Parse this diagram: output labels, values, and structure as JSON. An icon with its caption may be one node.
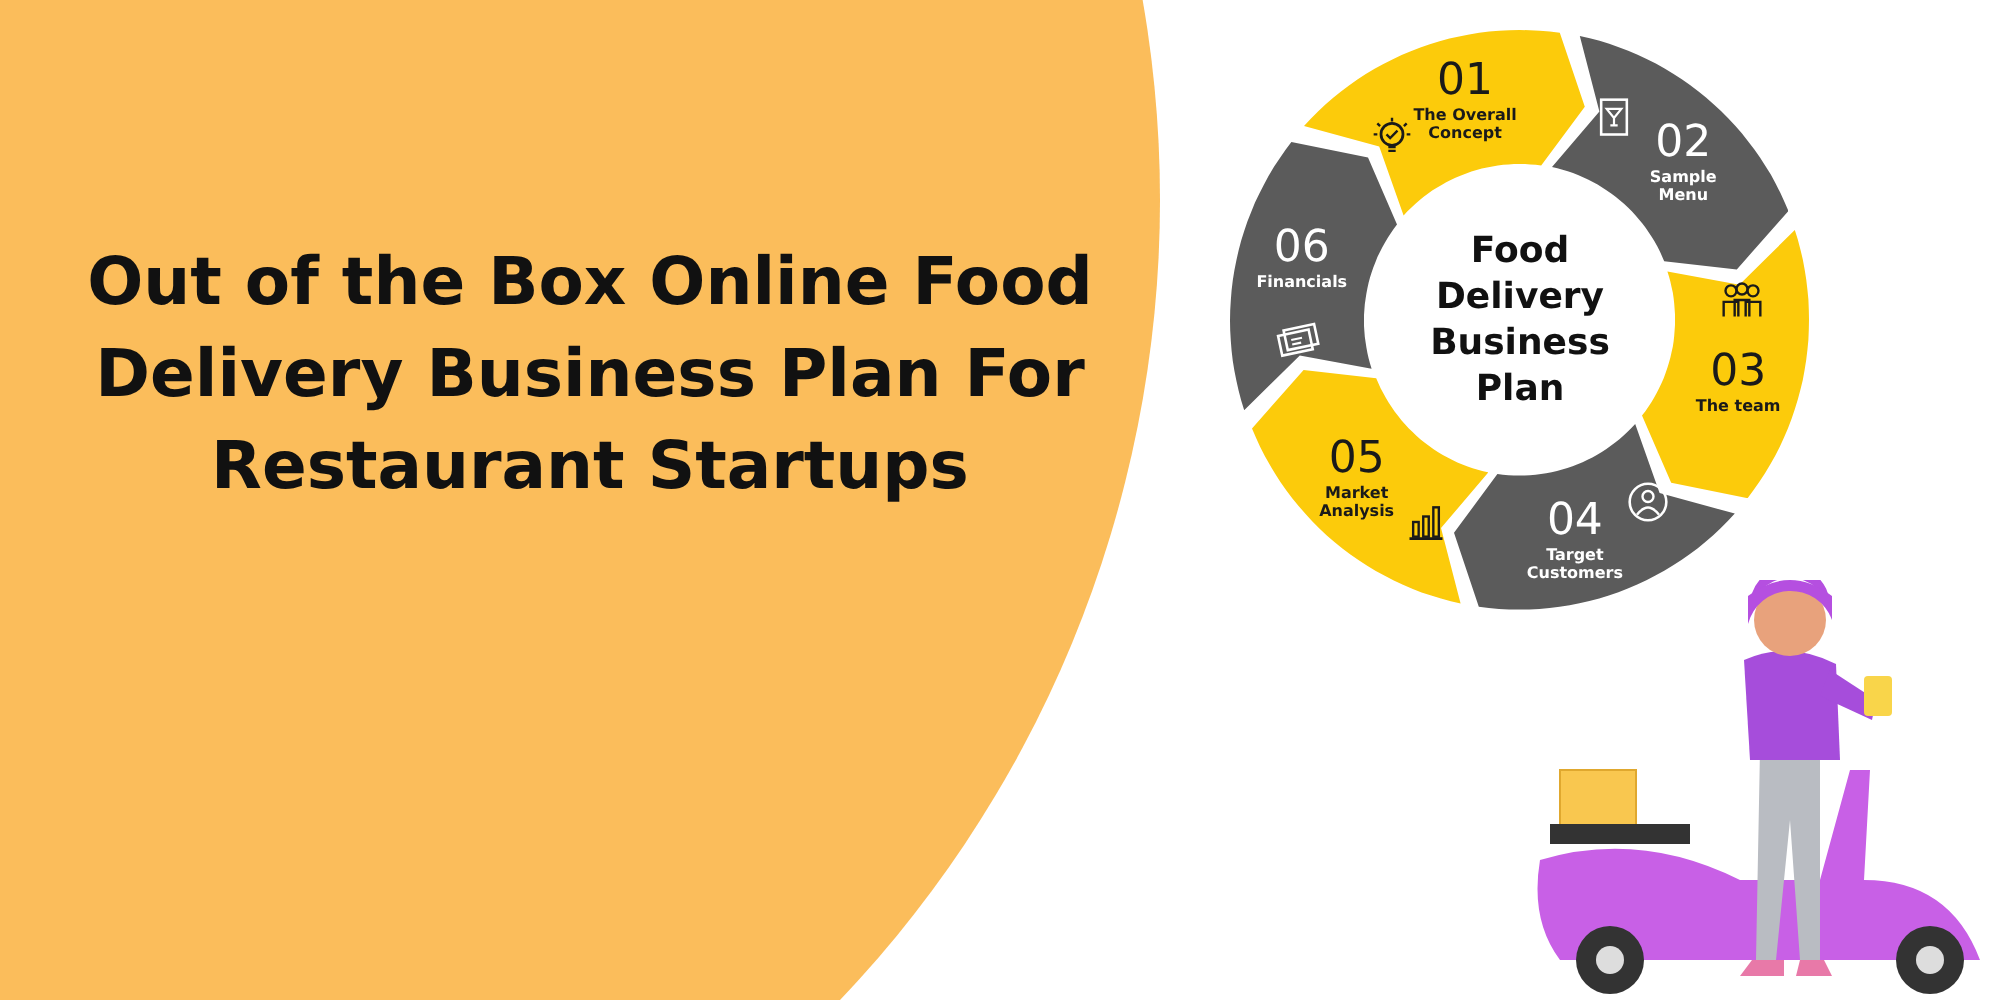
{
  "diagram": {
    "title": "Out of the Box Online Food Delivery Business Plan For Restaurant Startups",
    "nodes": [
      {
        "text": [
          "Food Delivery Business Plan"
        ]
      },
      {
        "text": [
          "01",
          "The Overall Concept"
        ]
      },
      {
        "text": [
          "02",
          "Sample Menu"
        ]
      },
      {
        "text": [
          "03",
          "The team"
        ]
      },
      {
        "text": [
          "04",
          "Target Customers"
        ]
      },
      {
        "text": [
          "05",
          "Market Analysis"
        ]
      },
      {
        "text": [
          "06",
          "Financials"
        ]
      }
    ]
  }
}
